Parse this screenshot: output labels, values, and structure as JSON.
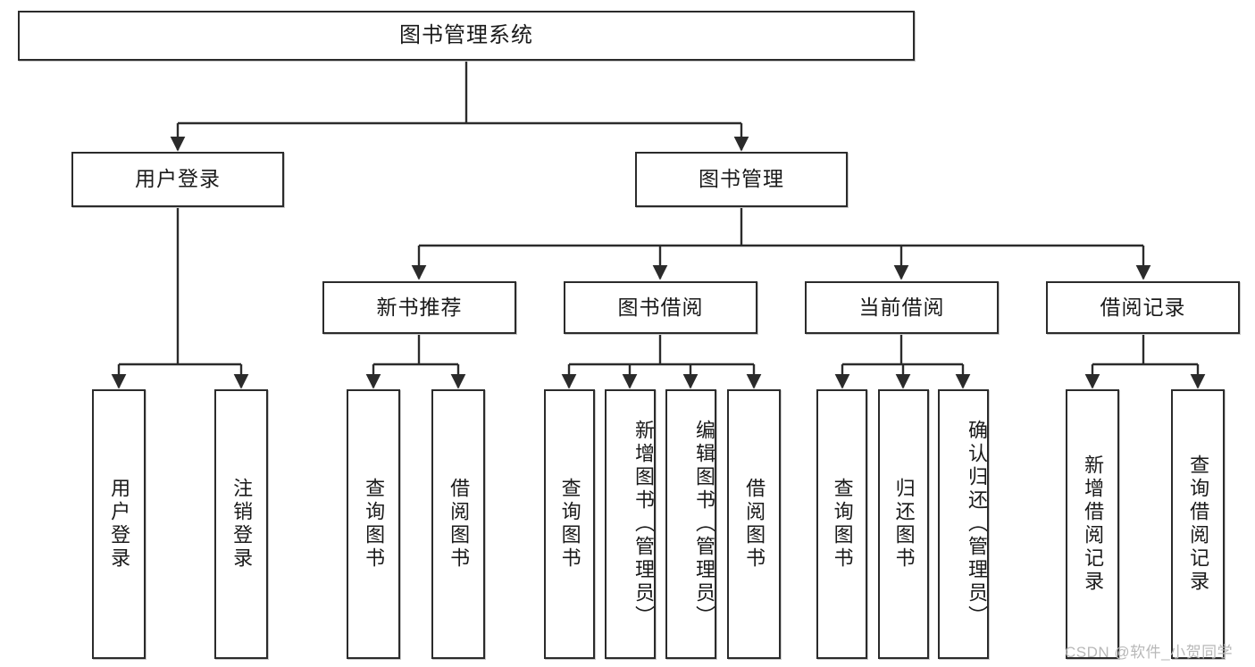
{
  "diagram": {
    "title": "图书管理系统",
    "type": "hierarchy-tree",
    "watermark": "CSDN @软件_小贺同学",
    "colors": {
      "stroke": "#2b2b2b",
      "fill": "#ffffff",
      "text": "#1a1a1a",
      "watermark": "#b8b8b8"
    },
    "levels": {
      "root": {
        "label": "图书管理系统"
      },
      "level2": [
        {
          "label": "用户登录"
        },
        {
          "label": "图书管理"
        }
      ],
      "level3": [
        {
          "label": "新书推荐"
        },
        {
          "label": "图书借阅"
        },
        {
          "label": "当前借阅"
        },
        {
          "label": "借阅记录"
        }
      ],
      "level4": {
        "user_login": [
          {
            "label": "用户登录"
          },
          {
            "label": "注销登录"
          }
        ],
        "new_book_recommend": [
          {
            "label": "查询图书"
          },
          {
            "label": "借阅图书"
          }
        ],
        "book_borrow": [
          {
            "label": "查询图书"
          },
          {
            "label": "新增图书（管理员）"
          },
          {
            "label": "编辑图书（管理员）"
          },
          {
            "label": "借阅图书"
          }
        ],
        "current_borrow": [
          {
            "label": "查询图书"
          },
          {
            "label": "归还图书"
          },
          {
            "label": "确认归还（管理员）"
          }
        ],
        "borrow_record": [
          {
            "label": "新增借阅记录"
          },
          {
            "label": "查询借阅记录"
          }
        ]
      }
    }
  }
}
